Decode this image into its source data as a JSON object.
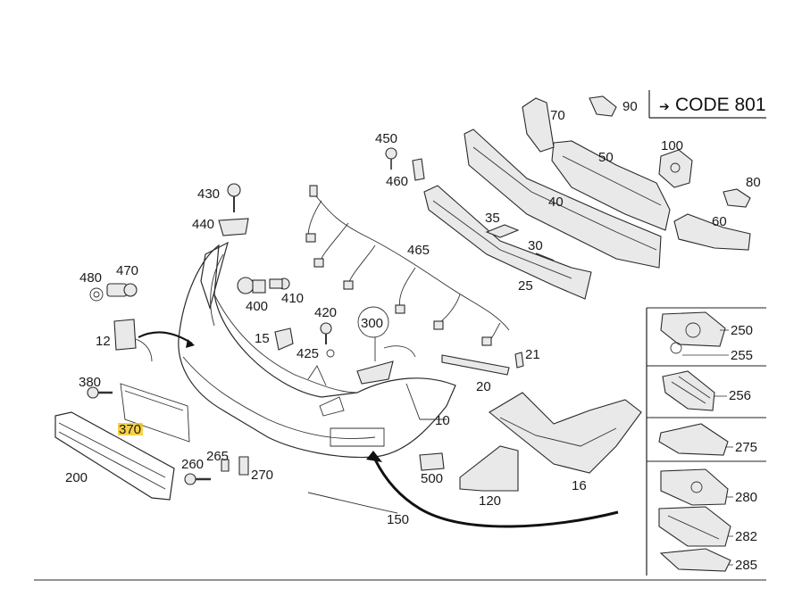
{
  "code_label": "CODE 801",
  "code_arrow": "➔",
  "parts": {
    "p10": "10",
    "p12": "12",
    "p15": "15",
    "p16": "16",
    "p20": "20",
    "p21": "21",
    "p25": "25",
    "p30": "30",
    "p35": "35",
    "p40": "40",
    "p50": "50",
    "p60": "60",
    "p70": "70",
    "p80": "80",
    "p90": "90",
    "p100": "100",
    "p120": "120",
    "p150": "150",
    "p200": "200",
    "p250": "250",
    "p255": "255",
    "p256": "256",
    "p260": "260",
    "p265": "265",
    "p270": "270",
    "p275": "275",
    "p280": "280",
    "p282": "282",
    "p285": "285",
    "p300": "300",
    "p370": "370",
    "p380": "380",
    "p400": "400",
    "p410": "410",
    "p420": "420",
    "p425": "425",
    "p430": "430",
    "p440": "440",
    "p450": "450",
    "p460": "460",
    "p465": "465",
    "p470": "470",
    "p480": "480",
    "p500": "500"
  },
  "highlight_part": "370",
  "colors": {
    "line": "#2a2a2a",
    "highlight": "#f5c518"
  }
}
